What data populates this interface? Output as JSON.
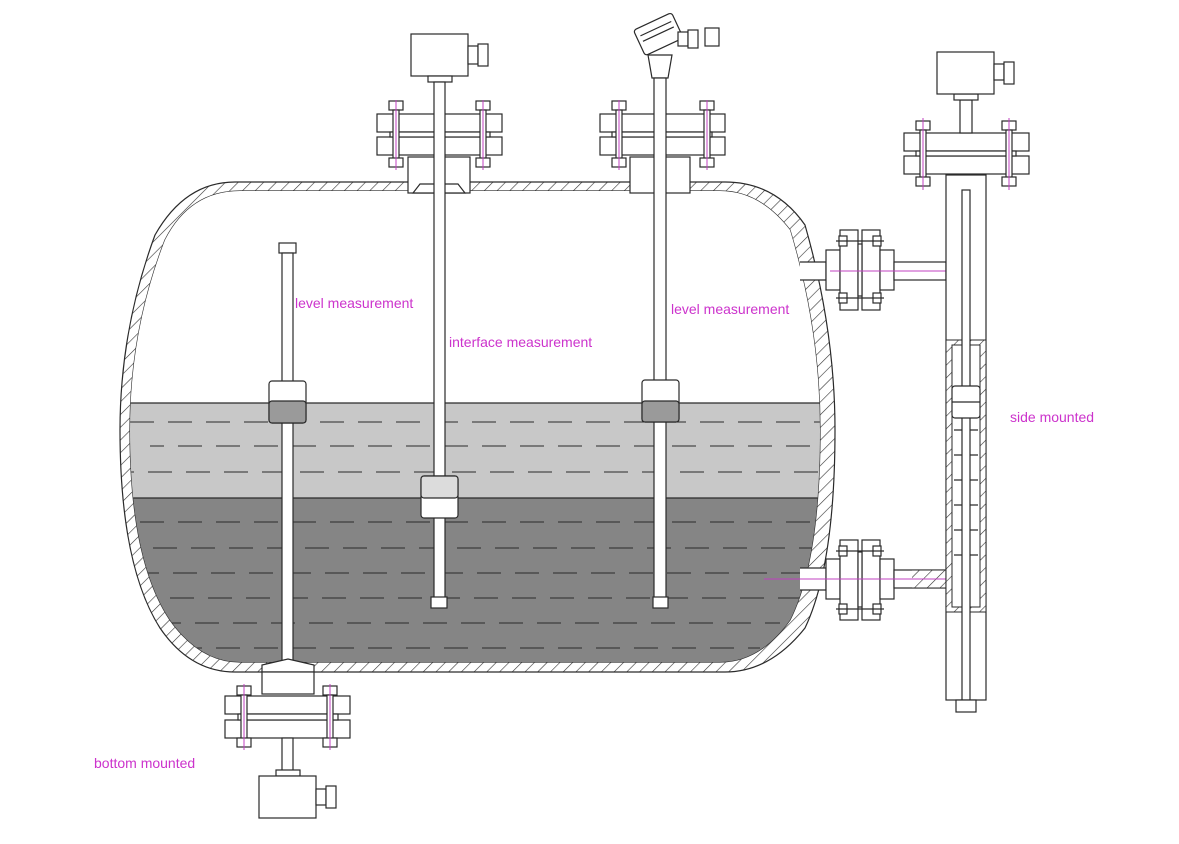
{
  "labels": {
    "level_left": "level measurement",
    "interface": "interface measurement",
    "level_right": "level measurement",
    "side": "side mounted",
    "bottom": "bottom mounted"
  },
  "colors": {
    "label": "#cc33cc",
    "light_liquid": "#c8c8c8",
    "heavy_liquid": "#858585",
    "line": "#2a2a2a",
    "float": "#dcdcdc"
  }
}
